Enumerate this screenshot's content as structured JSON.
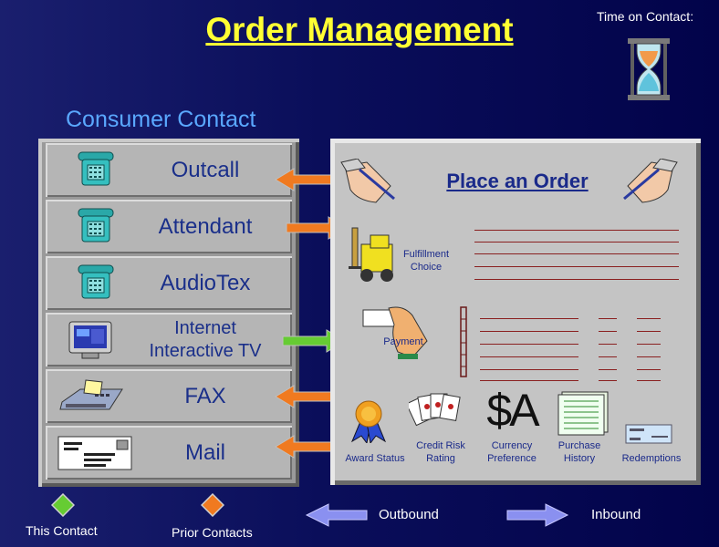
{
  "title": "Order Management",
  "time_on_contact": "Time on Contact:",
  "section_title": "Consumer Contact",
  "channels": [
    {
      "label": "Outcall"
    },
    {
      "label": "Attendant"
    },
    {
      "label": "AudioTex"
    },
    {
      "label_line1": "Internet",
      "label_line2": "Interactive TV"
    },
    {
      "label": "FAX"
    },
    {
      "label": "Mail"
    }
  ],
  "order": {
    "title": "Place  an Order",
    "fulfillment_line1": "Fulfillment",
    "fulfillment_line2": "Choice",
    "payment": "Payment",
    "currency_symbol": "$A",
    "items": [
      {
        "line1": "Award Status",
        "line2": ""
      },
      {
        "line1": "Credit Risk",
        "line2": "Rating"
      },
      {
        "line1": "Currency",
        "line2": "Preference"
      },
      {
        "line1": "Purchase",
        "line2": "History"
      },
      {
        "line1": "Redemptions",
        "line2": ""
      }
    ]
  },
  "legend": {
    "this_contact": "This Contact",
    "prior_contacts": "Prior Contacts",
    "outbound": "Outbound",
    "inbound": "Inbound"
  },
  "colors": {
    "this_contact": "#66cc33",
    "prior_contact": "#f07a20",
    "direction_arrow": "#8a90f0",
    "title": "#ffff33",
    "label": "#1a2f8a"
  }
}
